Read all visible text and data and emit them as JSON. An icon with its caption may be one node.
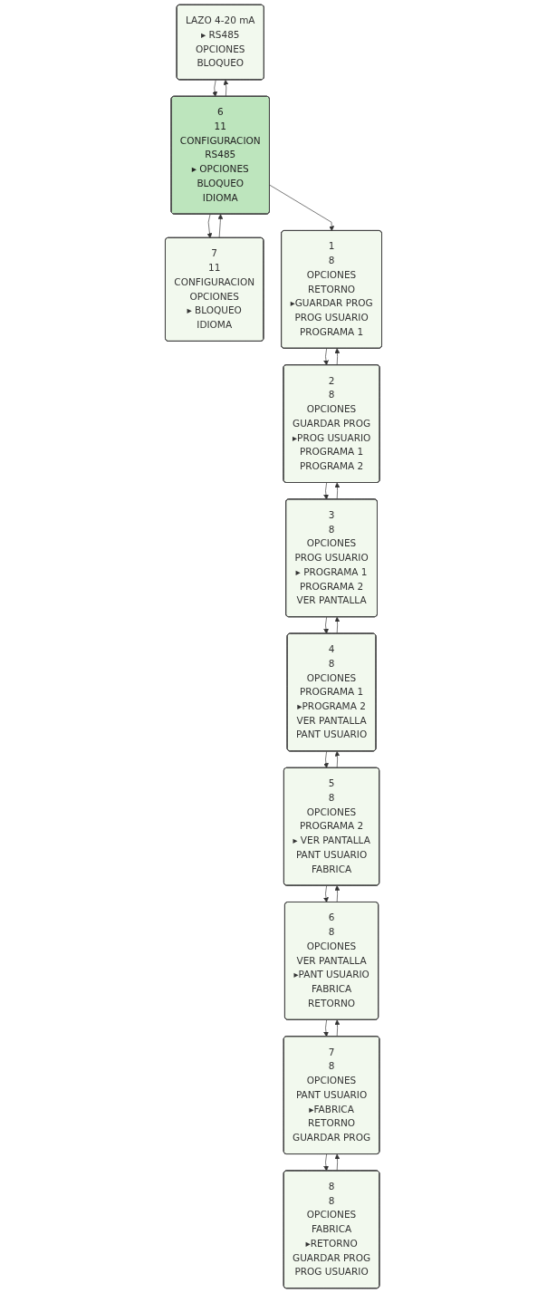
{
  "diagram": {
    "nodes": [
      {
        "text": [
          "LAZO 4-20 mA",
          "▸ RS485",
          "OPCIONES",
          "BLOQUEO"
        ]
      },
      {
        "text": [
          "6",
          "11",
          "CONFIGURACION",
          "RS485",
          "▸ OPCIONES",
          "BLOQUEO",
          "IDIOMA"
        ]
      },
      {
        "text": [
          "7",
          "11",
          "CONFIGURACION",
          "OPCIONES",
          "▸ BLOQUEO",
          "IDIOMA"
        ]
      },
      {
        "text": [
          "1",
          "8",
          "OPCIONES",
          "RETORNO",
          "▸GUARDAR PROG",
          "PROG USUARIO",
          "PROGRAMA 1"
        ]
      },
      {
        "text": [
          "2",
          "8",
          "OPCIONES",
          "GUARDAR PROG",
          "▸PROG USUARIO",
          "PROGRAMA 1",
          "PROGRAMA 2"
        ]
      },
      {
        "text": [
          "3",
          "8",
          "OPCIONES",
          "PROG USUARIO",
          "▸ PROGRAMA 1",
          "PROGRAMA 2",
          "VER PANTALLA"
        ]
      },
      {
        "text": [
          "4",
          "8",
          "OPCIONES",
          "PROGRAMA 1",
          "▸PROGRAMA 2",
          "VER PANTALLA",
          "PANT USUARIO"
        ]
      },
      {
        "text": [
          "5",
          "8",
          "OPCIONES",
          "PROGRAMA 2",
          "▸ VER PANTALLA",
          "PANT USUARIO",
          "FABRICA"
        ]
      },
      {
        "text": [
          "6",
          "8",
          "OPCIONES",
          "VER PANTALLA",
          "▸PANT USUARIO",
          "FABRICA",
          "RETORNO"
        ]
      },
      {
        "text": [
          "7",
          "8",
          "OPCIONES",
          "PANT USUARIO",
          "▸FABRICA",
          "RETORNO",
          "GUARDAR PROG"
        ]
      },
      {
        "text": [
          "8",
          "8",
          "OPCIONES",
          "FABRICA",
          "▸RETORNO",
          "GUARDAR PROG",
          "PROG USUARIO"
        ]
      }
    ],
    "edges": [
      {
        "from": 1,
        "to": 0,
        "arrow": "to"
      },
      {
        "from": 0,
        "to": 1,
        "arrow": "to"
      },
      {
        "from": 2,
        "to": 1,
        "arrow": "to"
      },
      {
        "from": 1,
        "to": 2,
        "arrow": "to"
      },
      {
        "from": 1,
        "to": 3,
        "arrow": "to"
      },
      {
        "from": 4,
        "to": 3,
        "arrow": "to"
      },
      {
        "from": 3,
        "to": 4,
        "arrow": "to"
      },
      {
        "from": 5,
        "to": 4,
        "arrow": "to"
      },
      {
        "from": 4,
        "to": 5,
        "arrow": "to"
      },
      {
        "from": 6,
        "to": 5,
        "arrow": "to"
      },
      {
        "from": 5,
        "to": 6,
        "arrow": "to"
      },
      {
        "from": 7,
        "to": 6,
        "arrow": "to"
      },
      {
        "from": 6,
        "to": 7,
        "arrow": "to"
      },
      {
        "from": 8,
        "to": 7,
        "arrow": "to"
      },
      {
        "from": 7,
        "to": 8,
        "arrow": "to"
      },
      {
        "from": 9,
        "to": 8,
        "arrow": "to"
      },
      {
        "from": 8,
        "to": 9,
        "arrow": "to"
      },
      {
        "from": 10,
        "to": 9,
        "arrow": "to"
      },
      {
        "from": 9,
        "to": 10,
        "arrow": "to"
      }
    ]
  }
}
